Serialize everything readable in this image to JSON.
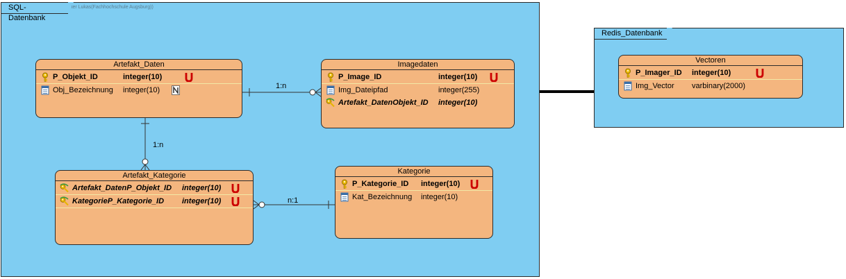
{
  "watermark": "Paradigm Standard Edition(Dieter Lukas(Fachhochschule Augsburg))",
  "packages": {
    "sql": {
      "name": "SQL-Datenbank"
    },
    "redis": {
      "name": "Redis_Datenbank"
    }
  },
  "entities": {
    "artefakt_daten": {
      "title": "Artefakt_Daten",
      "columns": [
        {
          "name": "P_Objekt_ID",
          "type": "integer(10)",
          "constraint": "U",
          "icon": "primary-key-icon"
        },
        {
          "name": "Obj_Bezeichnung",
          "type": "integer(10)",
          "constraint": "N",
          "icon": "column-icon"
        }
      ]
    },
    "imagedaten": {
      "title": "Imagedaten",
      "columns": [
        {
          "name": "P_Image_ID",
          "type": "integer(10)",
          "constraint": "U",
          "icon": "primary-key-icon"
        },
        {
          "name": "Img_Dateipfad",
          "type": "integer(255)",
          "constraint": "",
          "icon": "column-icon"
        },
        {
          "name": "Artefakt_DatenObjekt_ID",
          "type": "integer(10)",
          "constraint": "",
          "icon": "foreign-key-icon"
        }
      ]
    },
    "artefakt_kategorie": {
      "title": "Artefakt_Kategorie",
      "columns": [
        {
          "name": "Artefakt_DatenP_Objekt_ID",
          "type": "integer(10)",
          "constraint": "U",
          "icon": "foreign-key-icon"
        },
        {
          "name": "KategorieP_Kategorie_ID",
          "type": "integer(10)",
          "constraint": "U",
          "icon": "foreign-key-icon"
        }
      ]
    },
    "kategorie": {
      "title": "Kategorie",
      "columns": [
        {
          "name": "P_Kategorie_ID",
          "type": "integer(10)",
          "constraint": "U",
          "icon": "primary-key-icon"
        },
        {
          "name": "Kat_Bezeichnung",
          "type": "integer(10)",
          "constraint": "",
          "icon": "column-icon"
        }
      ]
    },
    "vectoren": {
      "title": "Vectoren",
      "columns": [
        {
          "name": "P_Imager_ID",
          "type": "integer(10)",
          "constraint": "U",
          "icon": "primary-key-icon"
        },
        {
          "name": "Img_Vector",
          "type": "varbinary(2000)",
          "constraint": "",
          "icon": "column-icon"
        }
      ]
    }
  },
  "relationships": {
    "daten_image": "1:n",
    "daten_kategorie": "1:n",
    "kategorie_link": "n:1"
  },
  "colors": {
    "package_fill": "#7fcdf2",
    "entity_fill": "#f4b67f",
    "unique_red": "#cc0000",
    "key_gold": "#e8b400"
  }
}
